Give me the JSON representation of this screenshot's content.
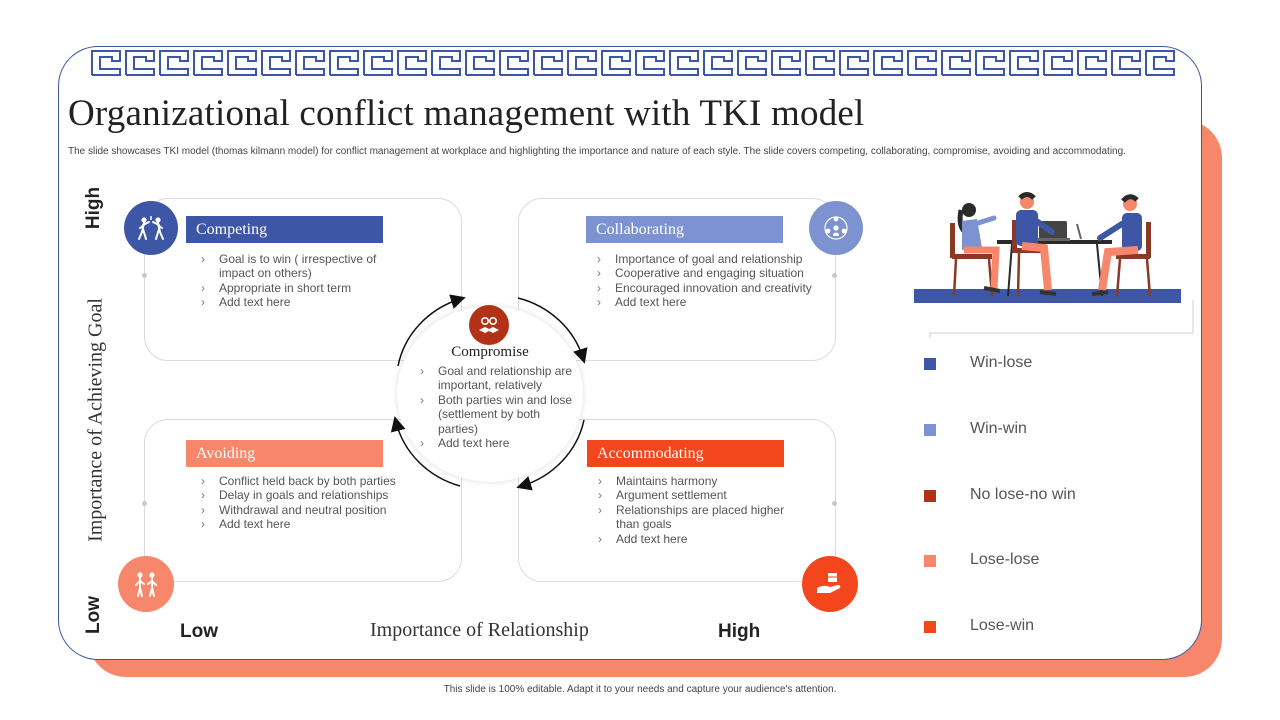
{
  "slide": {
    "title": "Organizational conflict management with TKI model",
    "description": "The slide showcases TKI model (thomas kilmann model) for conflict management at workplace and highlighting the importance and nature of each style. The slide covers competing, collaborating, compromise, avoiding and accommodating.",
    "footer": "This slide is 100% editable. Adapt it to your needs and capture your audience's attention."
  },
  "axes": {
    "y_label": "Importance of Achieving Goal",
    "y_high": "High",
    "y_low": "Low",
    "x_label": "Importance of Relationship",
    "x_low": "Low",
    "x_high": "High"
  },
  "styles": {
    "competing": {
      "label": "Competing",
      "color": "#3d56a5",
      "icon": "two-people-fighting-icon",
      "points": [
        "Goal is to win ( irrespective of  impact on others)",
        "Appropriate in short term",
        "Add text here"
      ]
    },
    "collaborating": {
      "label": "Collaborating",
      "color": "#7d92d0",
      "icon": "team-network-icon",
      "points": [
        "Importance of goal and relationship",
        "Cooperative and engaging situation",
        "Encouraged innovation and creativity",
        "Add text here"
      ]
    },
    "compromise": {
      "label": "Compromise",
      "color": "#b23218",
      "icon": "handshake-gears-icon",
      "points": [
        "Goal and relationship are important, relatively",
        "Both parties win and lose (settlement by both parties)",
        "Add text here"
      ]
    },
    "avoiding": {
      "label": "Avoiding",
      "color": "#f7876a",
      "icon": "people-walking-away-icon",
      "points": [
        "Conflict held back by both parties",
        "Delay in goals and relationships",
        "Withdrawal and neutral position",
        "Add text here"
      ]
    },
    "accommodating": {
      "label": "Accommodating",
      "color": "#f4461c",
      "icon": "hand-giving-icon",
      "points": [
        "Maintains harmony",
        "Argument settlement",
        "Relationships are placed higher than goals",
        "Add text here"
      ]
    }
  },
  "legend": [
    {
      "label": "Win-lose",
      "color": "#3d56a5"
    },
    {
      "label": "Win-win",
      "color": "#7d92d0"
    },
    {
      "label": "No lose-no win",
      "color": "#b23218"
    },
    {
      "label": "Lose-lose",
      "color": "#f7876a"
    },
    {
      "label": "Lose-win",
      "color": "#f4461c"
    }
  ]
}
